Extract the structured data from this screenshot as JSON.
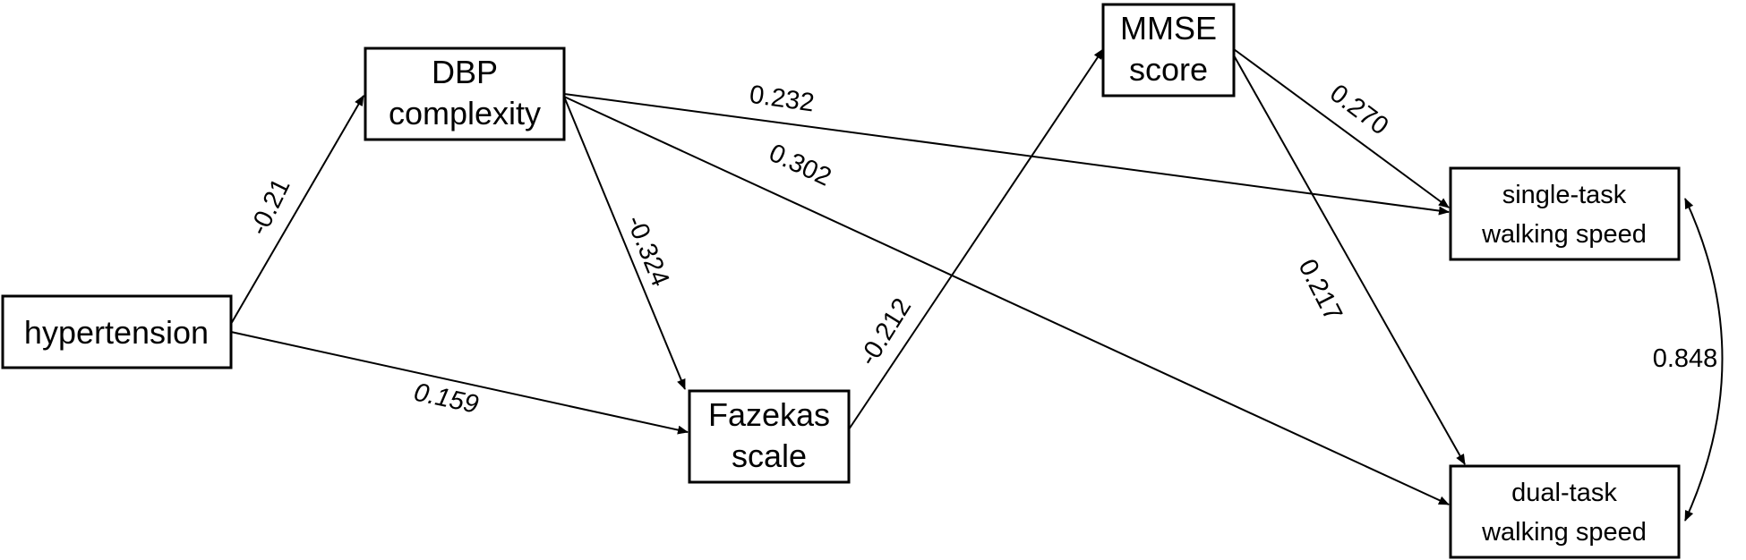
{
  "nodes": {
    "hypertension": {
      "lines": [
        "hypertension"
      ]
    },
    "dbp_complexity": {
      "lines": [
        "DBP",
        "complexity"
      ]
    },
    "fazekas_scale": {
      "lines": [
        "Fazekas",
        "scale"
      ]
    },
    "mmse_score": {
      "lines": [
        "MMSE",
        "score"
      ]
    },
    "single_task": {
      "lines": [
        "single-task",
        "walking speed"
      ]
    },
    "dual_task": {
      "lines": [
        "dual-task",
        "walking speed"
      ]
    }
  },
  "edges": {
    "hypertension_to_dbp": {
      "from": "hypertension",
      "to": "dbp_complexity",
      "coefficient": "-0.21"
    },
    "hypertension_to_fazekas": {
      "from": "hypertension",
      "to": "fazekas_scale",
      "coefficient": "0.159"
    },
    "dbp_to_fazekas": {
      "from": "dbp_complexity",
      "to": "fazekas_scale",
      "coefficient": "-0.324"
    },
    "dbp_to_single": {
      "from": "dbp_complexity",
      "to": "single_task",
      "coefficient": "0.232"
    },
    "dbp_to_dual": {
      "from": "dbp_complexity",
      "to": "dual_task",
      "coefficient": "0.302"
    },
    "fazekas_to_mmse": {
      "from": "fazekas_scale",
      "to": "mmse_score",
      "coefficient": "-0.212"
    },
    "mmse_to_single": {
      "from": "mmse_score",
      "to": "single_task",
      "coefficient": "0.270"
    },
    "mmse_to_dual": {
      "from": "mmse_score",
      "to": "dual_task",
      "coefficient": "0.217"
    },
    "single_dual_covariance": {
      "from": "single_task",
      "to": "dual_task",
      "coefficient": "0.848"
    }
  }
}
